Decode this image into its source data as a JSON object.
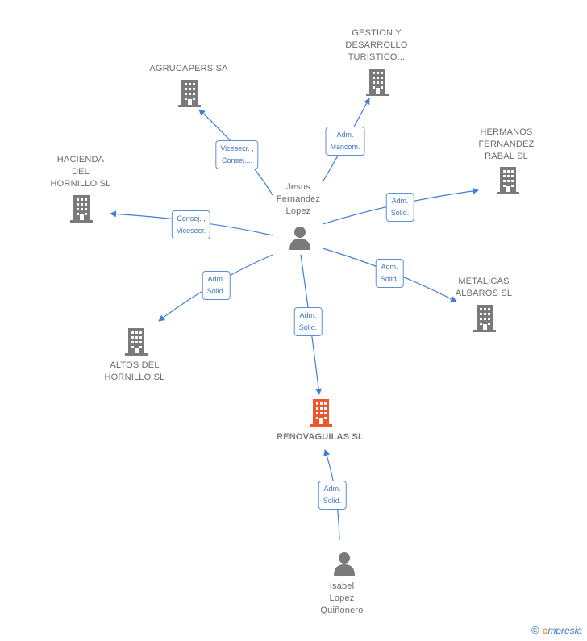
{
  "nodes": {
    "jesus": {
      "label": "Jesus\nFernandez\nLopez"
    },
    "isabel": {
      "label": "Isabel\nLopez\nQuiñonero"
    },
    "renovaguilas": {
      "label": "RENOVAGUILAS SL",
      "color": "#f0562a"
    },
    "agrucapers": {
      "label": "AGRUCAPERS SA"
    },
    "gestion": {
      "label": "GESTION Y\nDESARROLLO\nTURISTICO..."
    },
    "hermanos": {
      "label": "HERMANOS\nFERNANDEZ\nRABAL SL"
    },
    "hacienda": {
      "label": "HACIENDA\nDEL\nHORNILLO SL"
    },
    "metalicas": {
      "label": "METALICAS\nALBAROS SL"
    },
    "altos": {
      "label": "ALTOS DEL\nHORNILLO SL"
    }
  },
  "relations": {
    "r_agrucapers": "Vicesecr. ,\nConsej....",
    "r_gestion": "Adm.\nMancom.",
    "r_hermanos": "Adm.\nSolid.",
    "r_hacienda": "Consej. ,\nVicesecr.",
    "r_metalicas": "Adm.\nSolid.",
    "r_altos": "Adm.\nSolid.",
    "r_renovaguilas": "Adm.\nSolid.",
    "r_isabel": "Adm.\nSolid."
  },
  "colors": {
    "edge": "#3f7fd4",
    "building": "#7a7a7a",
    "main_building": "#f0562a",
    "person": "#7a7a7a"
  },
  "footer": {
    "copyright": "©",
    "brand_first": "e",
    "brand_rest": "mpresia"
  }
}
